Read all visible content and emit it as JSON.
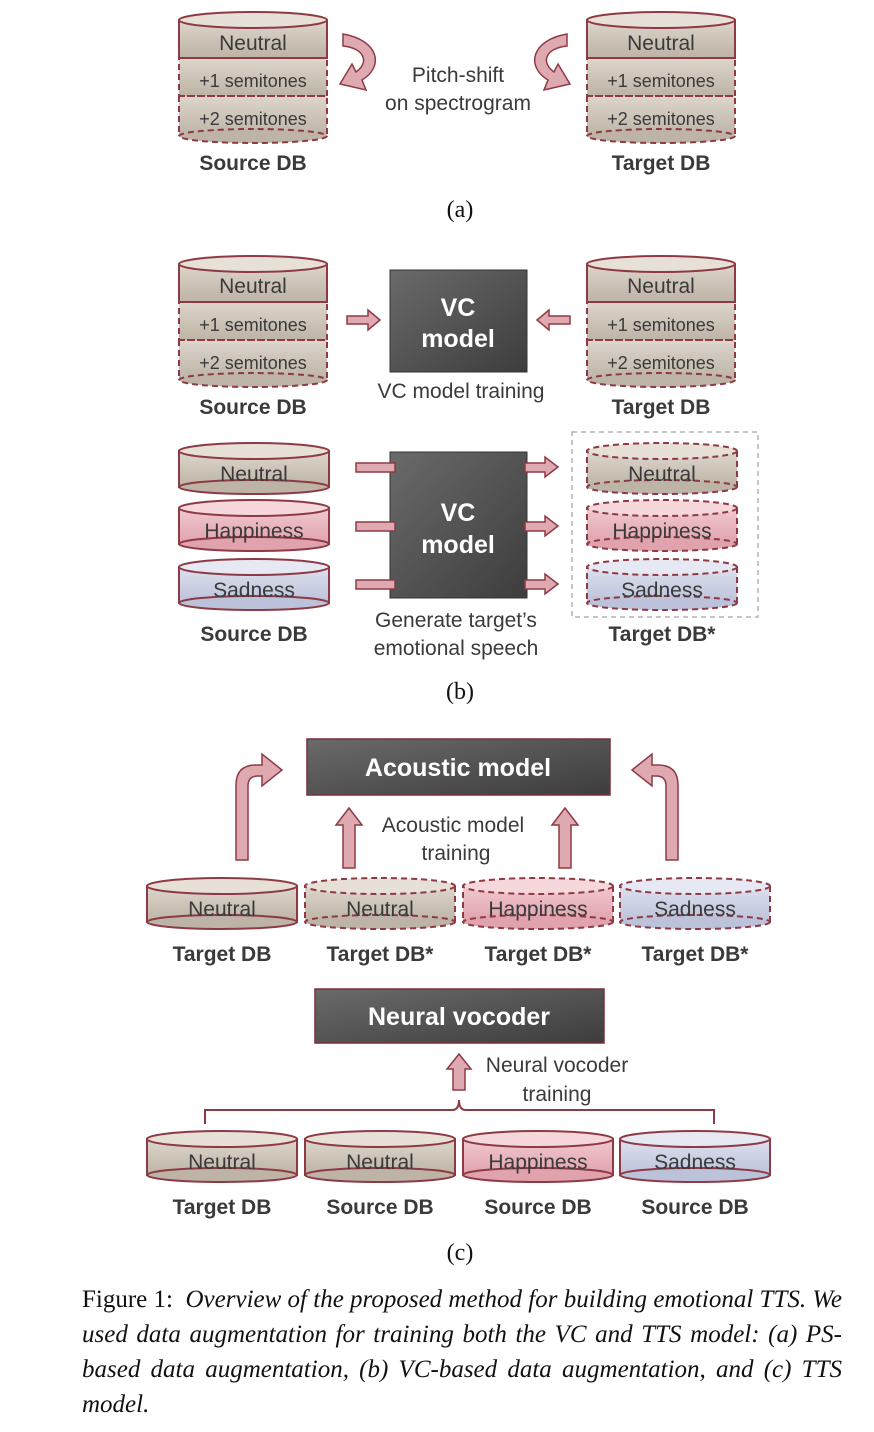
{
  "panel_a": {
    "source": {
      "top": "Neutral",
      "mid": "+1 semitones",
      "bot": "+2 semitones",
      "label": "Source DB"
    },
    "target": {
      "top": "Neutral",
      "mid": "+1 semitones",
      "bot": "+2 semitones",
      "label": "Target DB"
    },
    "pitch_line1": "Pitch-shift",
    "pitch_line2": "on spectrogram",
    "tag": "(a)"
  },
  "panel_b": {
    "train_source": {
      "top": "Neutral",
      "mid": "+1 semitones",
      "bot": "+2 semitones",
      "label": "Source DB"
    },
    "train_target": {
      "top": "Neutral",
      "mid": "+1 semitones",
      "bot": "+2 semitones",
      "label": "Target DB"
    },
    "vc1_line1": "VC",
    "vc1_line2": "model",
    "vc_training_caption": "VC model training",
    "gen_source": {
      "a": "Neutral",
      "b": "Happiness",
      "c": "Sadness",
      "label": "Source DB"
    },
    "gen_target": {
      "a": "Neutral",
      "b": "Happiness",
      "c": "Sadness",
      "label": "Target DB*"
    },
    "vc2_line1": "VC",
    "vc2_line2": "model",
    "generate_line1": "Generate target’s",
    "generate_line2": "emotional speech",
    "tag": "(b)"
  },
  "panel_c": {
    "acoustic_model": "Acoustic model",
    "acoustic_training_line1": "Acoustic model",
    "acoustic_training_line2": "training",
    "am_dbs": [
      {
        "name": "Neutral",
        "label": "Target DB"
      },
      {
        "name": "Neutral",
        "label": "Target DB*"
      },
      {
        "name": "Happiness",
        "label": "Target DB*"
      },
      {
        "name": "Sadness",
        "label": "Target DB*"
      }
    ],
    "neural_vocoder": "Neural vocoder",
    "vocoder_training_line1": "Neural vocoder",
    "vocoder_training_line2": "training",
    "voc_dbs": [
      {
        "name": "Neutral",
        "label": "Target DB"
      },
      {
        "name": "Neutral",
        "label": "Source DB"
      },
      {
        "name": "Happiness",
        "label": "Source DB"
      },
      {
        "name": "Sadness",
        "label": "Source DB"
      }
    ],
    "tag": "(c)"
  },
  "caption": {
    "label": "Figure 1:",
    "text": "Overview of the proposed method for building emotional TTS. We used data augmentation for training both the VC and TTS model: (a) PS-based data augmentation, (b) VC-based data augmentation, and (c) TTS model."
  },
  "colors": {
    "neutral_fill": "#cfc7bd",
    "happiness_fill": "#eab7c0",
    "sadness_fill": "#cbd0e3",
    "outline": "#8e3a45",
    "arrow_fill": "#dfa9b2",
    "model_box": "#555555"
  }
}
